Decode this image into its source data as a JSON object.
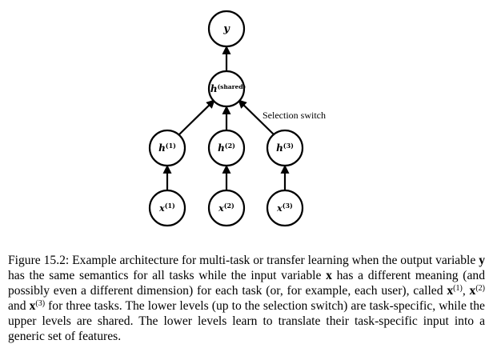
{
  "figure": {
    "nodes": {
      "y": "y",
      "shared_base": "h",
      "shared_sup": "(shared)",
      "h1_base": "h",
      "h1_sup": "(1)",
      "h2_base": "h",
      "h2_sup": "(2)",
      "h3_base": "h",
      "h3_sup": "(3)",
      "x1_base": "x",
      "x1_sup": "(1)",
      "x2_base": "x",
      "x2_sup": "(2)",
      "x3_base": "x",
      "x3_sup": "(3)"
    },
    "annotation": "Selection switch"
  },
  "caption": {
    "label": "Figure 15.2:",
    "t1": " Example architecture for multi-task or transfer learning when the output variable ",
    "var_y": "y",
    "t2": " has the same semantics for all tasks while the input variable ",
    "var_x": "x",
    "t3": " has a different meaning (and possibly even a different dimension) for each task (or, for example, each user), called ",
    "x1": "x",
    "x1_sup": "(1)",
    "sep1": ", ",
    "x2": "x",
    "x2_sup": "(2)",
    "sep2": " and ",
    "x3": "x",
    "x3_sup": "(3)",
    "t4": " for three tasks.  The lower levels (up to the selection switch) are task-specific, while the upper levels are shared.  The lower levels learn to translate their task-specific input into a generic set of features."
  }
}
